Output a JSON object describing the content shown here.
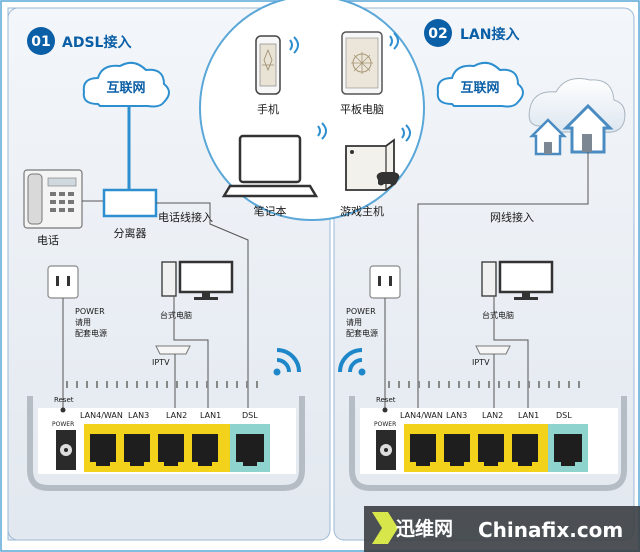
{
  "sections": {
    "left": {
      "badge": "01",
      "title": "ADSL接入"
    },
    "right": {
      "badge": "02",
      "title": "LAN接入"
    }
  },
  "devices": {
    "phone": "手机",
    "tablet": "平板电脑",
    "laptop": "笔记本",
    "console": "游戏主机"
  },
  "left": {
    "cloud": "互联网",
    "telephone": "电话",
    "splitter": "分离器",
    "phone_line": "电话线接入",
    "desktop": "台式电脑",
    "iptv": "IPTV",
    "power": "POWER",
    "power_note1": "请用",
    "power_note2": "配套电源"
  },
  "right": {
    "cloud": "互联网",
    "net_line": "网线接入",
    "desktop": "台式电脑",
    "iptv": "IPTV",
    "power": "POWER",
    "power_note1": "请用",
    "power_note2": "配套电源"
  },
  "router": {
    "reset": "Reset",
    "power": "POWER",
    "ports": [
      "LAN4/WAN",
      "LAN3",
      "LAN2",
      "LAN1",
      "DSL"
    ]
  },
  "watermark": {
    "cn": "迅维网",
    "en": "Chinafix.com"
  },
  "colors": {
    "accent": "#0b5fa6",
    "port_yellow": "#f2d21a",
    "dsl_teal": "#8fd3cf",
    "panel": "#eef3f8"
  }
}
